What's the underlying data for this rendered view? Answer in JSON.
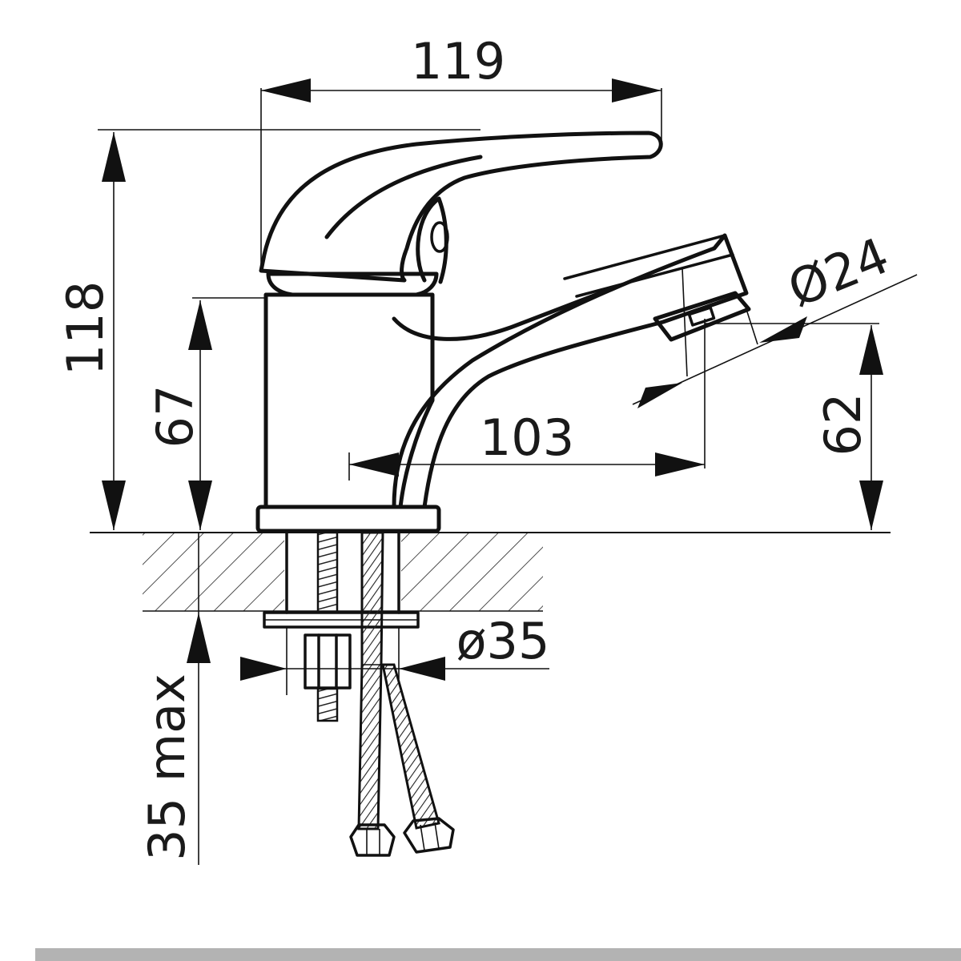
{
  "dimensions": {
    "overall_width": "119",
    "overall_height": "118",
    "body_height": "67",
    "spout_reach": "103",
    "spout_height": "62",
    "aerator_diameter": "Ø24",
    "shank_diameter": "ø35",
    "max_counter_thickness": "35 max"
  },
  "colors": {
    "line": "#111111",
    "background": "#ffffff",
    "footer_bar": "#b3b3b3"
  }
}
